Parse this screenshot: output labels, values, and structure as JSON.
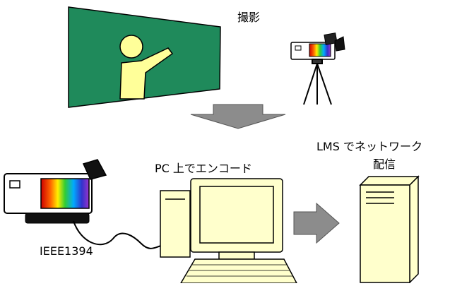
{
  "labels": {
    "filming": "撮影",
    "pc_encode": "PC 上でエンコード",
    "lms_line1": "LMS でネットワーク",
    "lms_line2": "配信",
    "ieee": "IEEE1394"
  },
  "colors": {
    "blackboard": "#1f8a5b",
    "person": "#ffff99",
    "arrow": "#8c8c8c",
    "pc_body": "#ffffcc",
    "server": "#ffffcc",
    "stroke": "#000000"
  }
}
